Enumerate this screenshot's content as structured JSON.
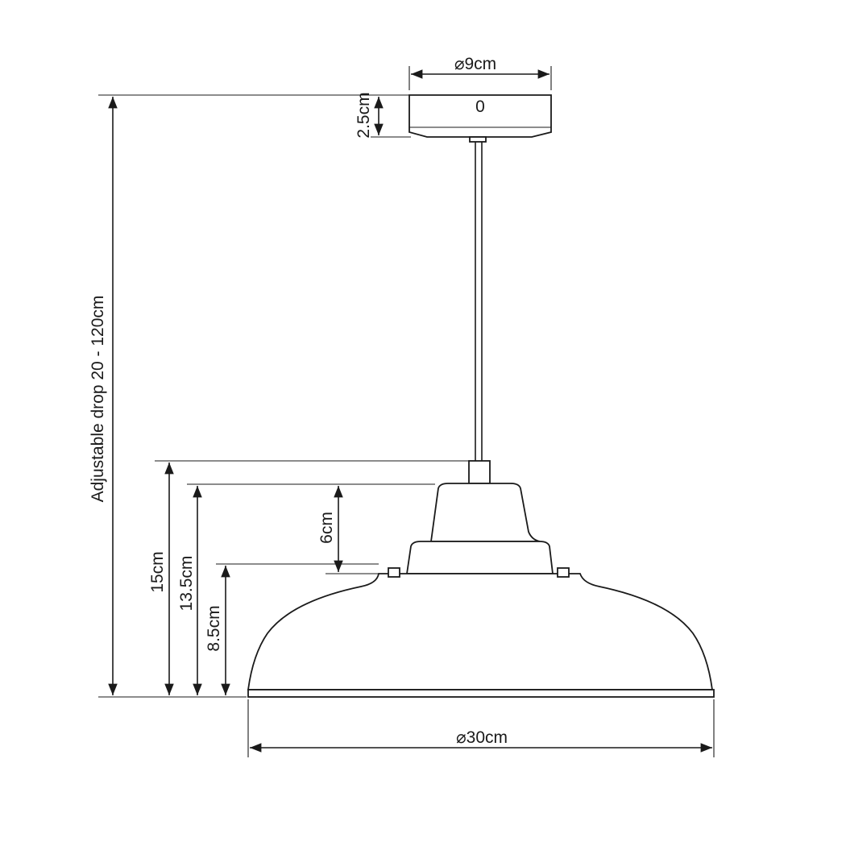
{
  "dimensions": {
    "canopy_diameter": "⌀9cm",
    "canopy_height": "2.5cm",
    "canopy_mark": "0",
    "adjustable_drop": "Adjustable drop 20 - 120cm",
    "overall_height": "15cm",
    "shade_height": "13.5cm",
    "lower_shade_height": "8.5cm",
    "top_cap_height": "6cm",
    "shade_diameter": "⌀30cm"
  },
  "colors": {
    "line": "#1a1a1a",
    "background": "#ffffff"
  }
}
